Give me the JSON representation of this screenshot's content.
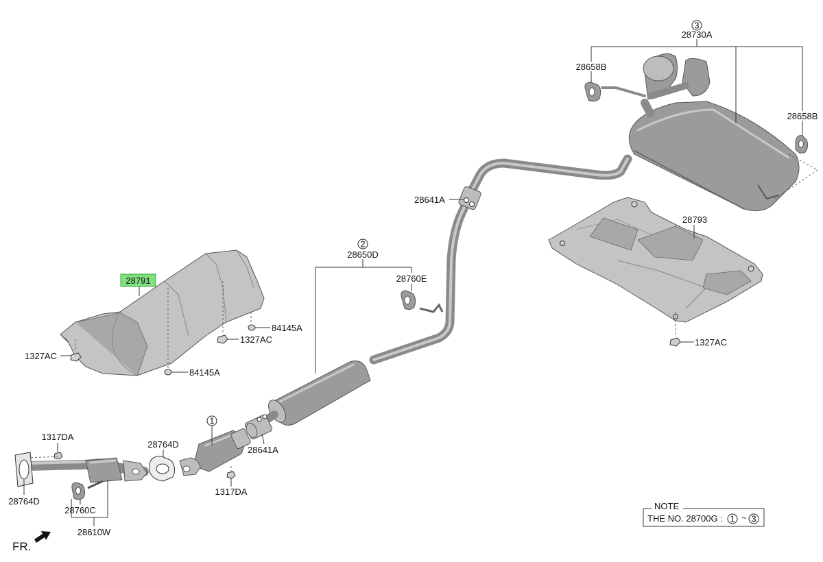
{
  "diagram": {
    "ref_markers": {
      "m1": "1",
      "m2": "2",
      "m3": "3"
    },
    "labels": {
      "p28730A": "28730A",
      "p28658B_left": "28658B",
      "p28658B_right": "28658B",
      "p28793": "28793",
      "p1327AC_right": "1327AC",
      "p28641A_upper": "28641A",
      "p28650D": "28650D",
      "p28760E": "28760E",
      "p28791": "28791",
      "p84145A_upper": "84145A",
      "p1327AC_mid": "1327AC",
      "p1327AC_left": "1327AC",
      "p84145A_lower": "84145A",
      "p1317DA_left": "1317DA",
      "p28764D_mid": "28764D",
      "p28641A_lower": "28641A",
      "p1317DA_right": "1317DA",
      "p28764D_left": "28764D",
      "p28760C": "28760C",
      "p28610W": "28610W"
    },
    "highlighted_part": "28791",
    "highlight_color": "#7fe07f",
    "direction_label": "FR.",
    "note": {
      "title": "NOTE",
      "line_prefix": "THE NO. 28700G :",
      "from_marker": "1",
      "separator": "~",
      "to_marker": "3"
    }
  }
}
